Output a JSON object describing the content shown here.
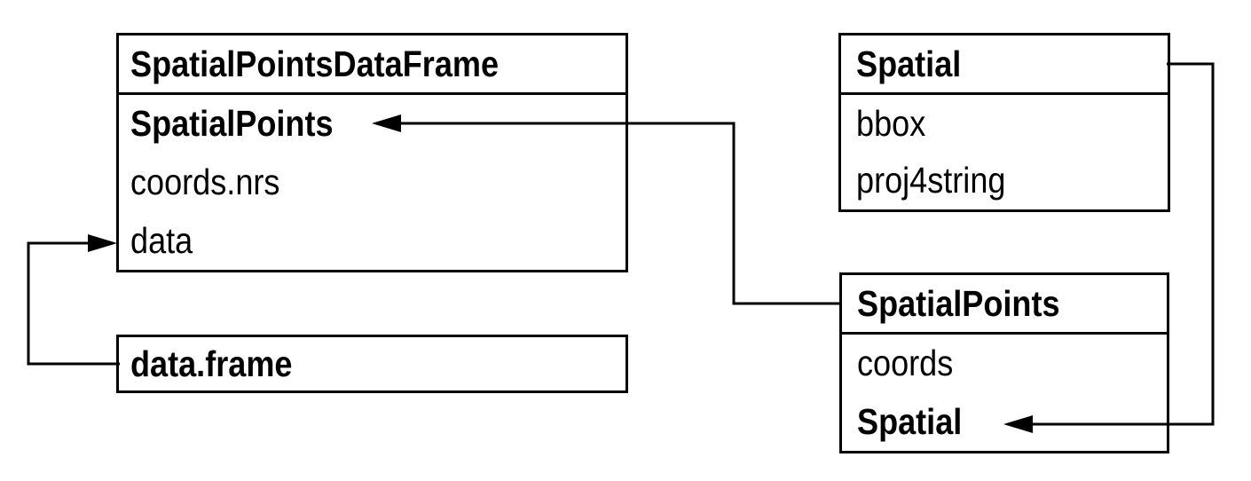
{
  "colors": {
    "background": "#ffffff",
    "line": "#000000",
    "text": "#000000"
  },
  "boxes": [
    {
      "id": "spatial-points-data-frame",
      "title": "SpatialPointsDataFrame",
      "rows": [
        {
          "label": "SpatialPoints",
          "bold": true
        },
        {
          "label": "coords.nrs",
          "bold": false
        },
        {
          "label": "data",
          "bold": false
        }
      ]
    },
    {
      "id": "data-frame",
      "title": "data.frame",
      "rows": []
    },
    {
      "id": "spatial",
      "title": "Spatial",
      "rows": [
        {
          "label": "bbox",
          "bold": false
        },
        {
          "label": "proj4string",
          "bold": false
        }
      ]
    },
    {
      "id": "spatial-points",
      "title": "SpatialPoints",
      "rows": [
        {
          "label": "coords",
          "bold": false
        },
        {
          "label": "Spatial",
          "bold": true
        }
      ]
    }
  ],
  "connectors": [
    {
      "from": "spatial-points-box",
      "to": "spatial-points-row-in-spatial-points-data-frame",
      "style": "solid-right-angle-arrow"
    },
    {
      "from": "spatial-box",
      "to": "spatial-row-in-spatial-points",
      "style": "solid-right-angle-arrow"
    },
    {
      "from": "data-frame-box",
      "to": "data-row-in-spatial-points-data-frame",
      "style": "solid-right-angle-arrow"
    }
  ]
}
